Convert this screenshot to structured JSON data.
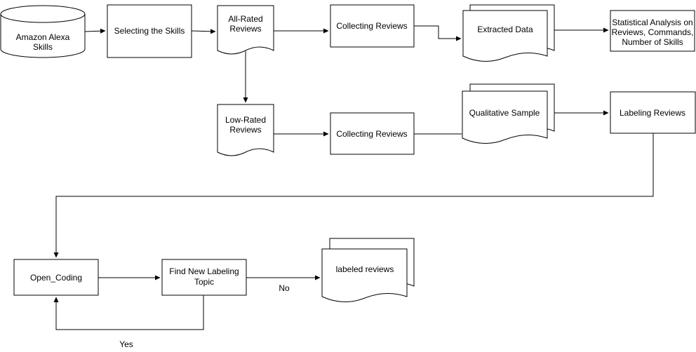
{
  "nodes": {
    "source": "Amazon Alexa Skills",
    "select": "Selecting the Skills",
    "all_rated": "All-Rated Reviews",
    "collect_all": "Collecting Reviews",
    "extracted": "Extracted Data",
    "stats": "Statistical Analysis on Reviews, Commands, Number of Skills",
    "low_rated": "Low-Rated Reviews",
    "collect_low": "Collecting Reviews",
    "qual_sample": "Qualitative Sample",
    "labeling": "Labeling Reviews",
    "open_coding": "Open_Coding",
    "find_topic": "Find New Labeling Topic",
    "labeled": "labeled reviews"
  },
  "edges": {
    "no": "No",
    "yes": "Yes"
  }
}
